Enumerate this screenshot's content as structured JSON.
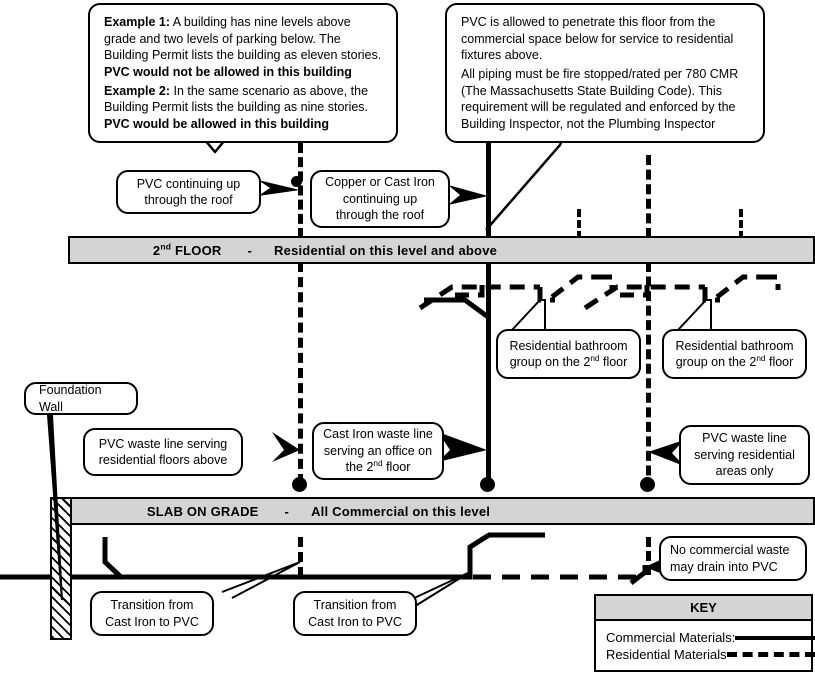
{
  "diagram": {
    "title": "Plumbing materials by building level",
    "colors": {
      "band_fill": "#d4d4d4",
      "line": "#000000",
      "background": "#ffffff"
    }
  },
  "callouts": {
    "examples": {
      "name": "examples-callout",
      "example1_label": "Example 1:",
      "example1_text_a": " A building has nine levels above grade and two levels of parking below. The Building Permit lists the building as eleven stories. ",
      "example1_bold_tail": "PVC would not be allowed in this building",
      "example2_label": "Example 2:",
      "example2_text_a": " In the same scenario as above, the Building Permit lists the building as nine stories. ",
      "example2_bold_tail": "PVC would be allowed in this building"
    },
    "penetration": {
      "name": "penetration-callout",
      "paragraph1": "PVC is allowed to penetrate this floor from the commercial space below for service to residential fixtures above.",
      "paragraph2": "All piping must be fire stopped/rated per 780 CMR (The Massachusetts State Building Code). This requirement will be regulated and enforced by the Building Inspector, not the Plumbing Inspector"
    },
    "pvc_roof": {
      "name": "pvc-continuing-up-callout",
      "line1": "PVC continuing up",
      "line2": "through the roof"
    },
    "copper_roof": {
      "name": "copper-cast-iron-roof-callout",
      "line1": "Copper or Cast Iron",
      "line2": "continuing up",
      "line3": "through the roof"
    },
    "bath_left": {
      "name": "residential-bathroom-group-left",
      "line1": "Residential bathroom",
      "line2_a": "group on the 2",
      "line2_sup": "nd",
      "line2_b": " floor"
    },
    "bath_right": {
      "name": "residential-bathroom-group-right",
      "line1": "Residential bathroom",
      "line2_a": "group on the 2",
      "line2_sup": "nd",
      "line2_b": " floor"
    },
    "foundation": {
      "name": "foundation-wall-callout",
      "line1": "Foundation Wall"
    },
    "pvc_waste_left": {
      "name": "pvc-waste-line-residential-floors-callout",
      "line1": "PVC waste line serving",
      "line2": "residential floors above"
    },
    "cast_iron_office": {
      "name": "cast-iron-waste-office-callout",
      "line1": "Cast Iron waste line",
      "line2": "serving an office on",
      "line3_a": "the 2",
      "line3_sup": "nd",
      "line3_b": " floor"
    },
    "pvc_waste_right": {
      "name": "pvc-waste-line-residential-areas-callout",
      "line1": "PVC waste line",
      "line2": "serving residential",
      "line3": "areas only"
    },
    "no_commercial": {
      "name": "no-commercial-waste-callout",
      "line1": "No commercial waste",
      "line2": "may drain into PVC"
    },
    "transition_left": {
      "name": "transition-cast-iron-to-pvc-left",
      "line1": "Transition from",
      "line2": "Cast Iron to PVC"
    },
    "transition_right": {
      "name": "transition-cast-iron-to-pvc-right",
      "line1": "Transition from",
      "line2": "Cast Iron to PVC"
    }
  },
  "bands": {
    "second_floor": {
      "name": "second-floor-band",
      "level_a": "2",
      "level_sup": "nd",
      "level_b": " FLOOR",
      "separator": "-",
      "description": "Residential on this level and above"
    },
    "slab_on_grade": {
      "name": "slab-on-grade-band",
      "level": "SLAB ON GRADE",
      "separator": "-",
      "description": "All Commercial on this level"
    }
  },
  "key": {
    "name": "key-legend",
    "heading": "KEY",
    "rows": [
      {
        "label": "Commercial Materials:",
        "style": "solid"
      },
      {
        "label": "Residential Materials",
        "style": "dashed"
      }
    ]
  }
}
